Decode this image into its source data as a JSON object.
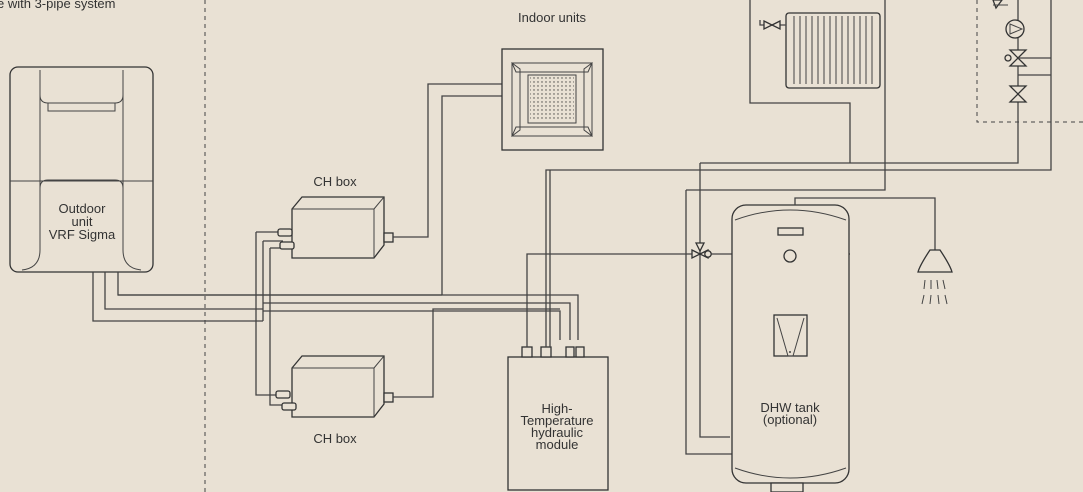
{
  "header": {
    "note": "e with 3-pipe system"
  },
  "labels": {
    "indoor_units": "Indoor units",
    "ch_box_top": "CH box",
    "ch_box_bottom": "CH box",
    "outdoor_line1": "Outdoor",
    "outdoor_line2": "unit",
    "outdoor_line3": "VRF Sigma",
    "module_line1": "High-",
    "module_line2": "Temperature",
    "module_line3": "hydraulic",
    "module_line4": "module",
    "tank_line1": "DHW tank",
    "tank_line2": "(optional)"
  },
  "colors": {
    "background": "#e9e1d4",
    "line": "#444444"
  },
  "icons": [
    "radiator-icon",
    "shower-icon",
    "pump-icon",
    "valve-icon",
    "cassette-unit-icon"
  ]
}
